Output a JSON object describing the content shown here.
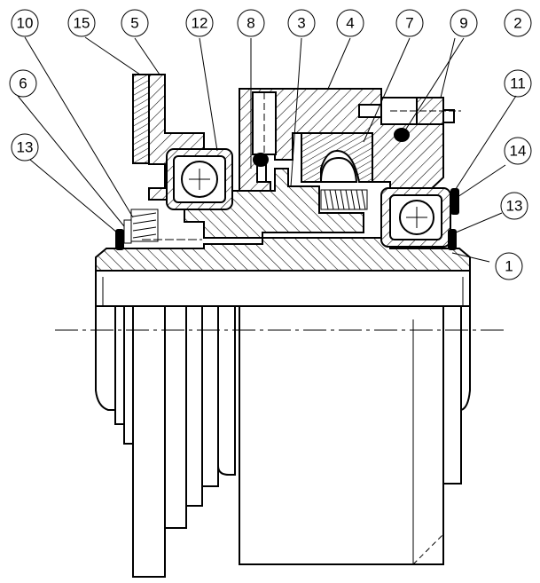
{
  "callouts": {
    "c1": "1",
    "c2": "2",
    "c3": "3",
    "c4": "4",
    "c5": "5",
    "c6": "6",
    "c7": "7",
    "c8": "8",
    "c9": "9",
    "c10": "10",
    "c11": "11",
    "c12": "12",
    "c13a": "13",
    "c13b": "13",
    "c14": "14",
    "c15": "15"
  },
  "colors": {
    "line": "#000000",
    "background": "#ffffff"
  }
}
